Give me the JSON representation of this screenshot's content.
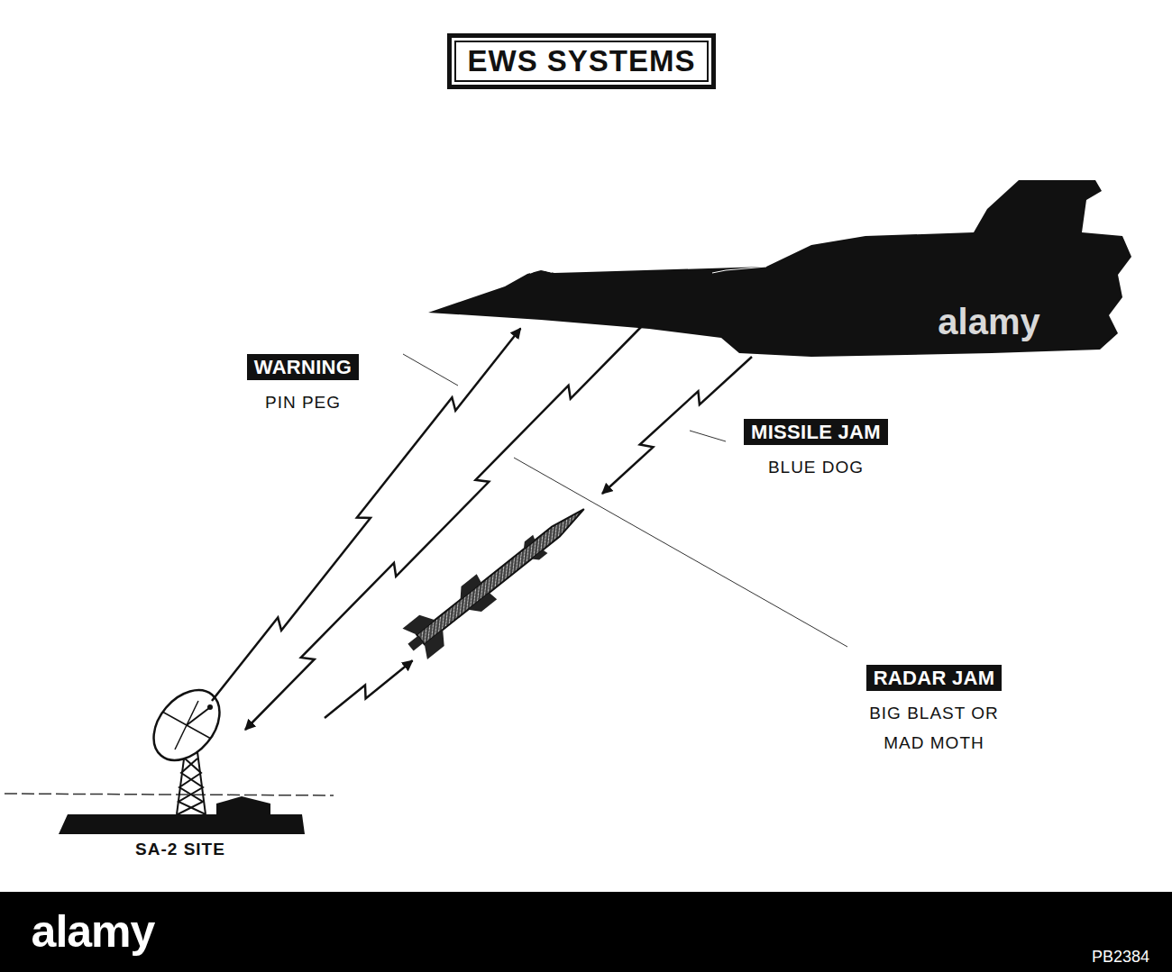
{
  "diagram": {
    "title": "EWS SYSTEMS",
    "nodes": [
      {
        "text": [
          "WARNING",
          "PIN PEG"
        ]
      },
      {
        "text": [
          "MISSILE JAM",
          "BLUE DOG"
        ]
      },
      {
        "text": [
          "RADAR JAM",
          "BIG BLAST OR MAD MOTH"
        ]
      }
    ],
    "labels": [
      "SA-2 SITE",
      "alamy",
      "alamy",
      "PB2384"
    ]
  }
}
